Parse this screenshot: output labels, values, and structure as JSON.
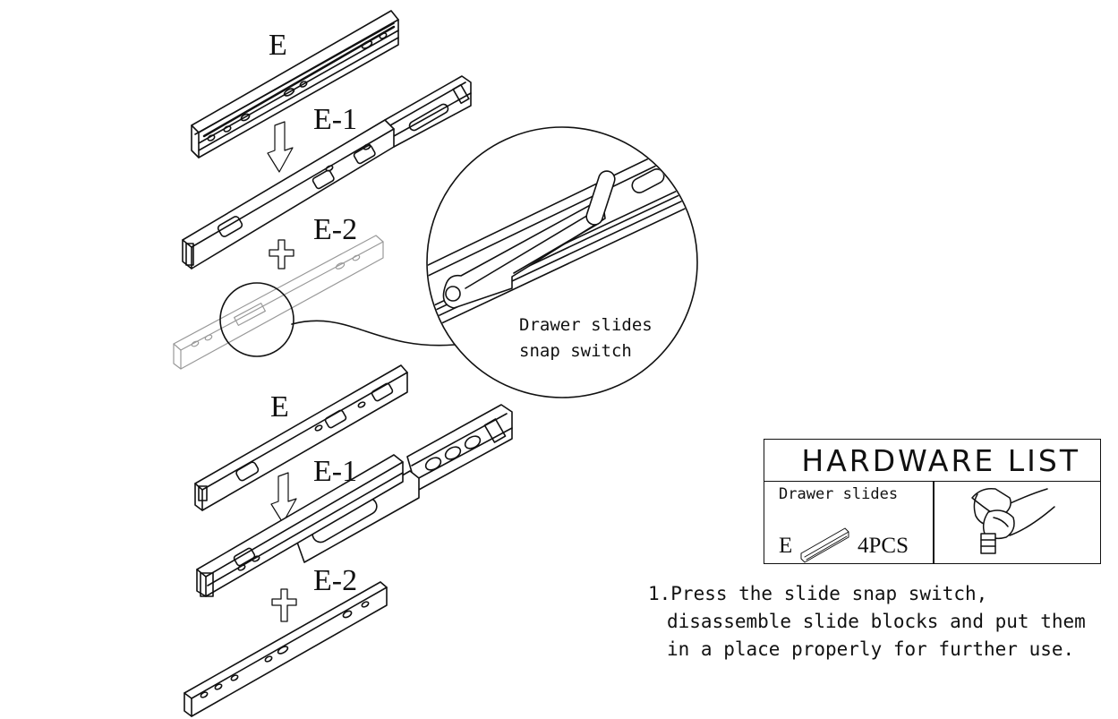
{
  "labels": {
    "top_e": "E",
    "top_e1": "E-1",
    "top_e2": "E-2",
    "bottom_e": "E",
    "bottom_e1": "E-1",
    "bottom_e2": "E-2"
  },
  "callout": {
    "line1": "Drawer slides",
    "line2": "snap switch"
  },
  "hardware_list": {
    "title": "HARDWARE LIST",
    "item_name": "Drawer slides",
    "item_code": "E",
    "item_qty": "4PCS",
    "tool_icon": "hammer-icon"
  },
  "instructions": {
    "line1": "1.Press the slide snap switch,",
    "line2": "disassemble slide blocks and put them",
    "line3": "in a place properly for further use."
  }
}
